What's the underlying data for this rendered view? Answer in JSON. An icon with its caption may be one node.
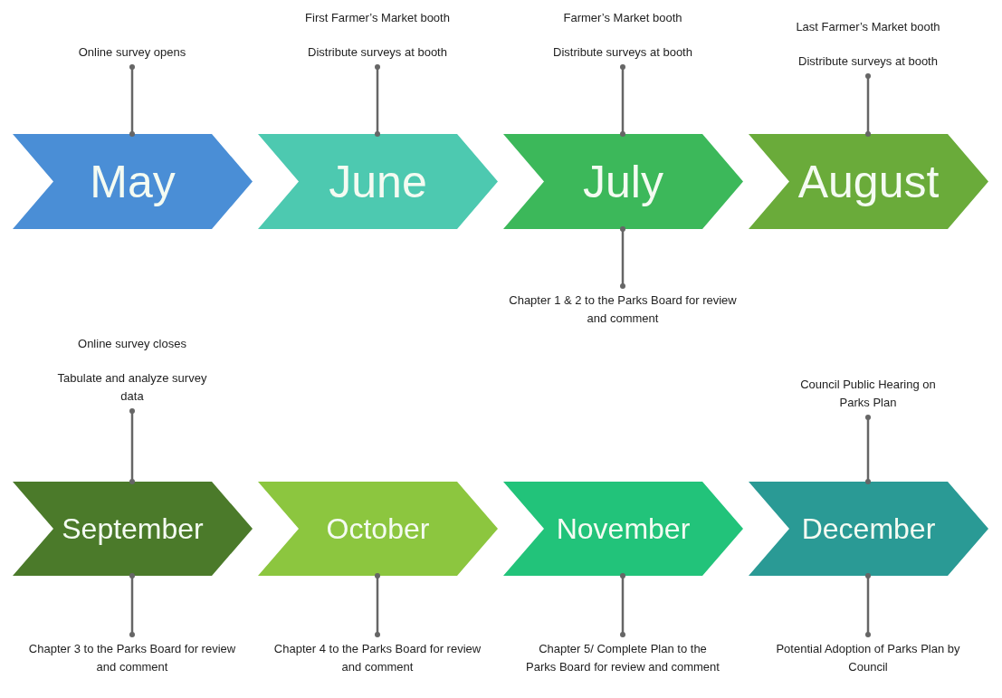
{
  "diagram": {
    "nodes": [
      {
        "text": [
          "May"
        ]
      },
      {
        "text": [
          "June"
        ]
      },
      {
        "text": [
          "July"
        ]
      },
      {
        "text": [
          "August"
        ]
      },
      {
        "text": [
          "Online survey opens"
        ]
      },
      {
        "text": [
          "First Farmer’s Market booth",
          "Distribute surveys at booth"
        ]
      },
      {
        "text": [
          "Farmer’s Market booth",
          "Distribute surveys at booth"
        ]
      },
      {
        "text": [
          "Last Farmer’s Market booth",
          "Distribute surveys at booth"
        ]
      },
      {
        "text": [
          "Chapter 1 & 2 to the Parks Board for review and comment"
        ]
      },
      {
        "text": [
          "September"
        ]
      },
      {
        "text": [
          "October"
        ]
      },
      {
        "text": [
          "November"
        ]
      },
      {
        "text": [
          "December"
        ]
      },
      {
        "text": [
          "Online survey closes",
          "Tabulate and analyze survey data"
        ]
      },
      {
        "text": [
          "Council Public Hearing on Parks Plan"
        ]
      },
      {
        "text": [
          "Chapter 3 to the Parks Board for review and comment"
        ]
      },
      {
        "text": [
          "Chapter 4 to the Parks Board for review and comment"
        ]
      },
      {
        "text": [
          "Chapter 5/ Complete Plan to the Parks Board for review and comment"
        ]
      },
      {
        "text": [
          "Potential Adoption of Parks Plan by Council"
        ]
      }
    ],
    "edges": [
      {
        "from": 4,
        "to": 0,
        "arrow": "other"
      },
      {
        "from": 5,
        "to": 1,
        "arrow": "other"
      },
      {
        "from": 6,
        "to": 2,
        "arrow": "other"
      },
      {
        "from": 7,
        "to": 3,
        "arrow": "other"
      },
      {
        "from": 8,
        "to": 2,
        "arrow": "other"
      },
      {
        "from": 13,
        "to": 9,
        "arrow": "other"
      },
      {
        "from": 14,
        "to": 12,
        "arrow": "other"
      },
      {
        "from": 15,
        "to": 9,
        "arrow": "other"
      },
      {
        "from": 16,
        "to": 10,
        "arrow": "other"
      },
      {
        "from": 17,
        "to": 11,
        "arrow": "other"
      },
      {
        "from": 18,
        "to": 12,
        "arrow": "other"
      }
    ]
  }
}
